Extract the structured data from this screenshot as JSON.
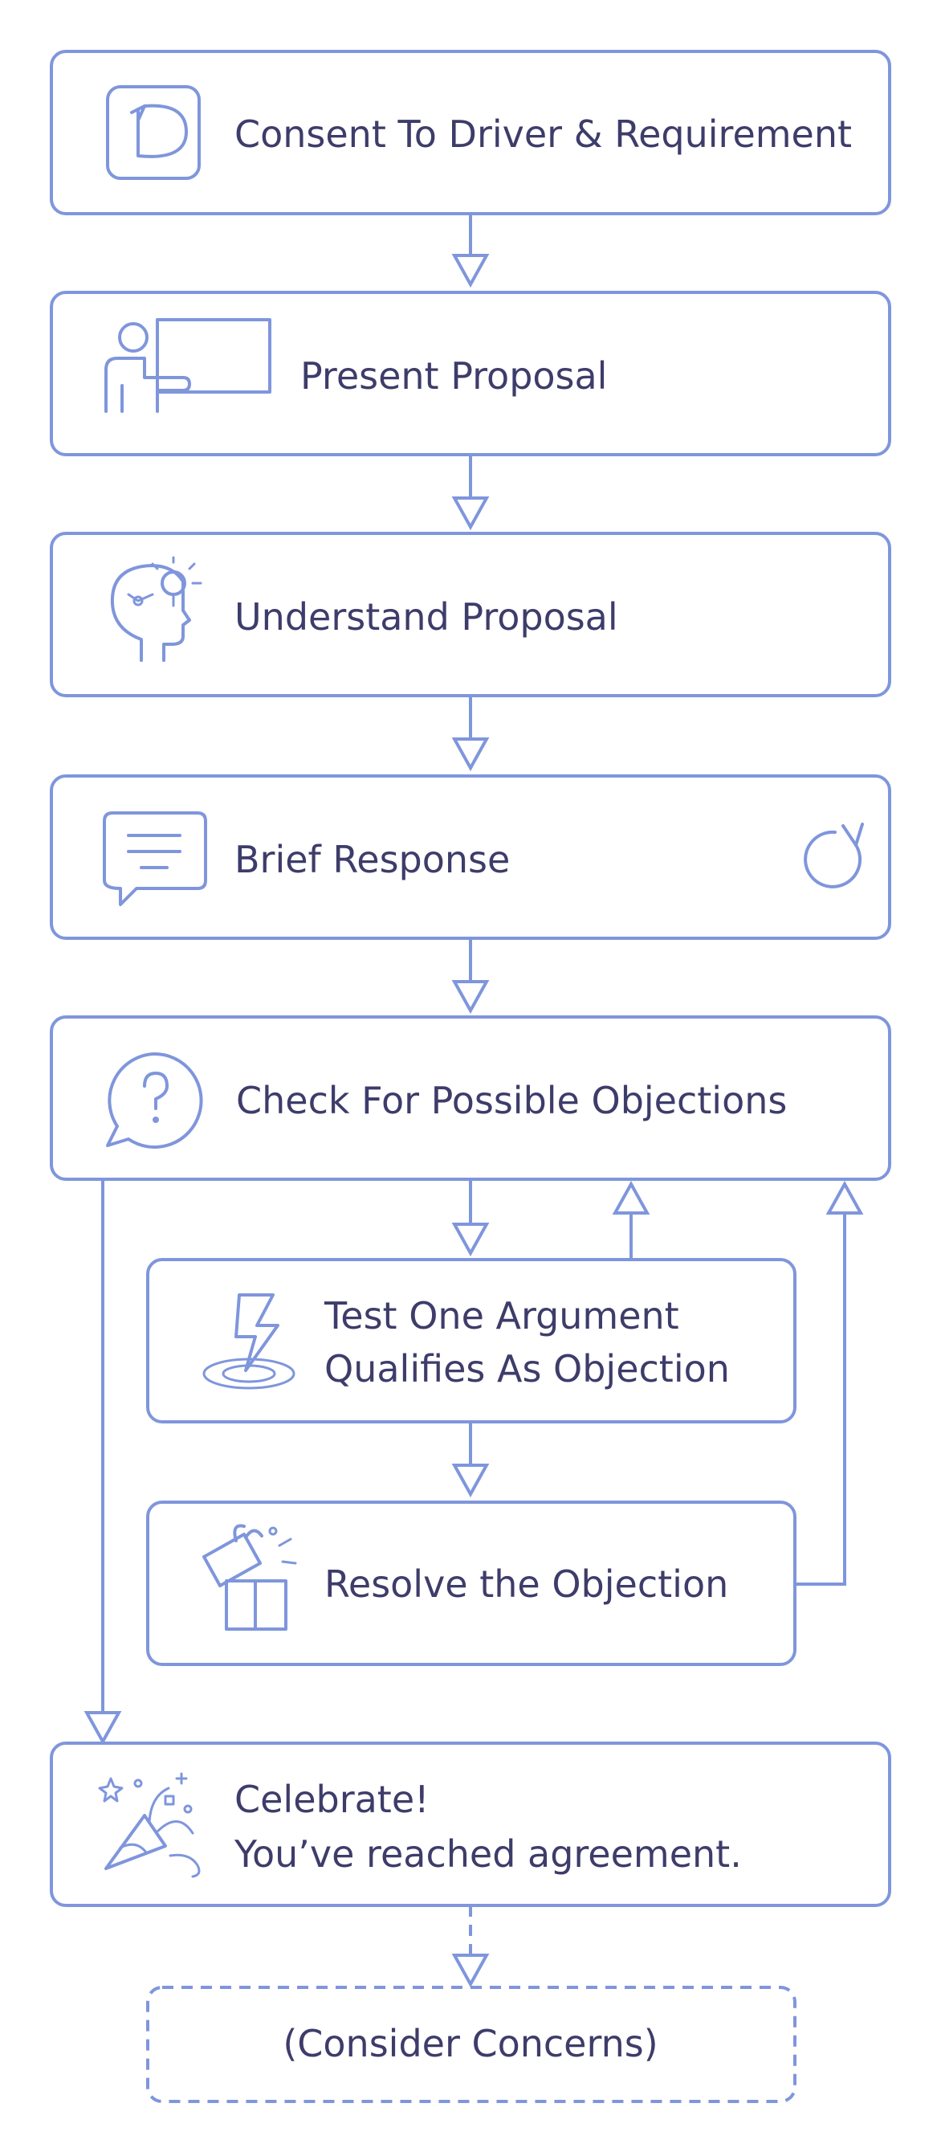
{
  "diagram": {
    "steps": [
      {
        "label": "Consent To Driver & Requirement"
      },
      {
        "label": "Present Proposal"
      },
      {
        "label": "Understand Proposal"
      },
      {
        "label": "Brief Response"
      },
      {
        "label": "Check For Possible Objections"
      },
      {
        "label_line1": "Test One Argument",
        "label_line2": "Qualifies As Objection"
      },
      {
        "label": "Resolve the Objection"
      },
      {
        "label_line1": "Celebrate!",
        "label_line2": "You’ve reached agreement."
      },
      {
        "label": "(Consider Concerns)"
      }
    ],
    "icons": {
      "step1": "driver-d-icon",
      "step2": "presenter-icon",
      "step3": "head-lightbulb-icon",
      "step4": "speech-bubble-icon",
      "step4_extra": "loop-icon",
      "step5": "question-bubble-icon",
      "step6": "lightning-strike-icon",
      "step7": "gift-box-icon",
      "step8": "party-popper-icon"
    },
    "colors": {
      "stroke": "#7f96dc",
      "text": "#3d3c6a",
      "background": "#ffffff"
    }
  }
}
